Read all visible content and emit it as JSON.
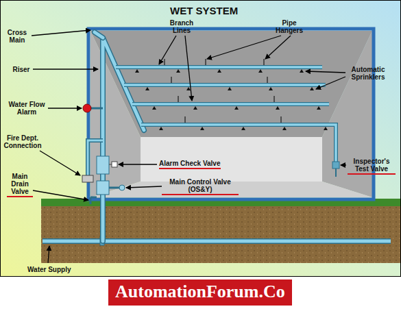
{
  "diagram": {
    "title": "WET SYSTEM",
    "nodes": [
      {
        "text": [
          "AutomationForum.Co"
        ]
      }
    ],
    "labels": [
      "Cross Main",
      "Branch Lines",
      "Pipe Hangers",
      "Riser",
      "Automatic Sprinklers",
      "Water Flow Alarm",
      "Fire Dept. Connection",
      "Alarm Check Valve",
      "Inspector's Test Valve",
      "Main Control Valve (OS&Y)",
      "Main Drain Valve",
      "Water Supply"
    ]
  }
}
